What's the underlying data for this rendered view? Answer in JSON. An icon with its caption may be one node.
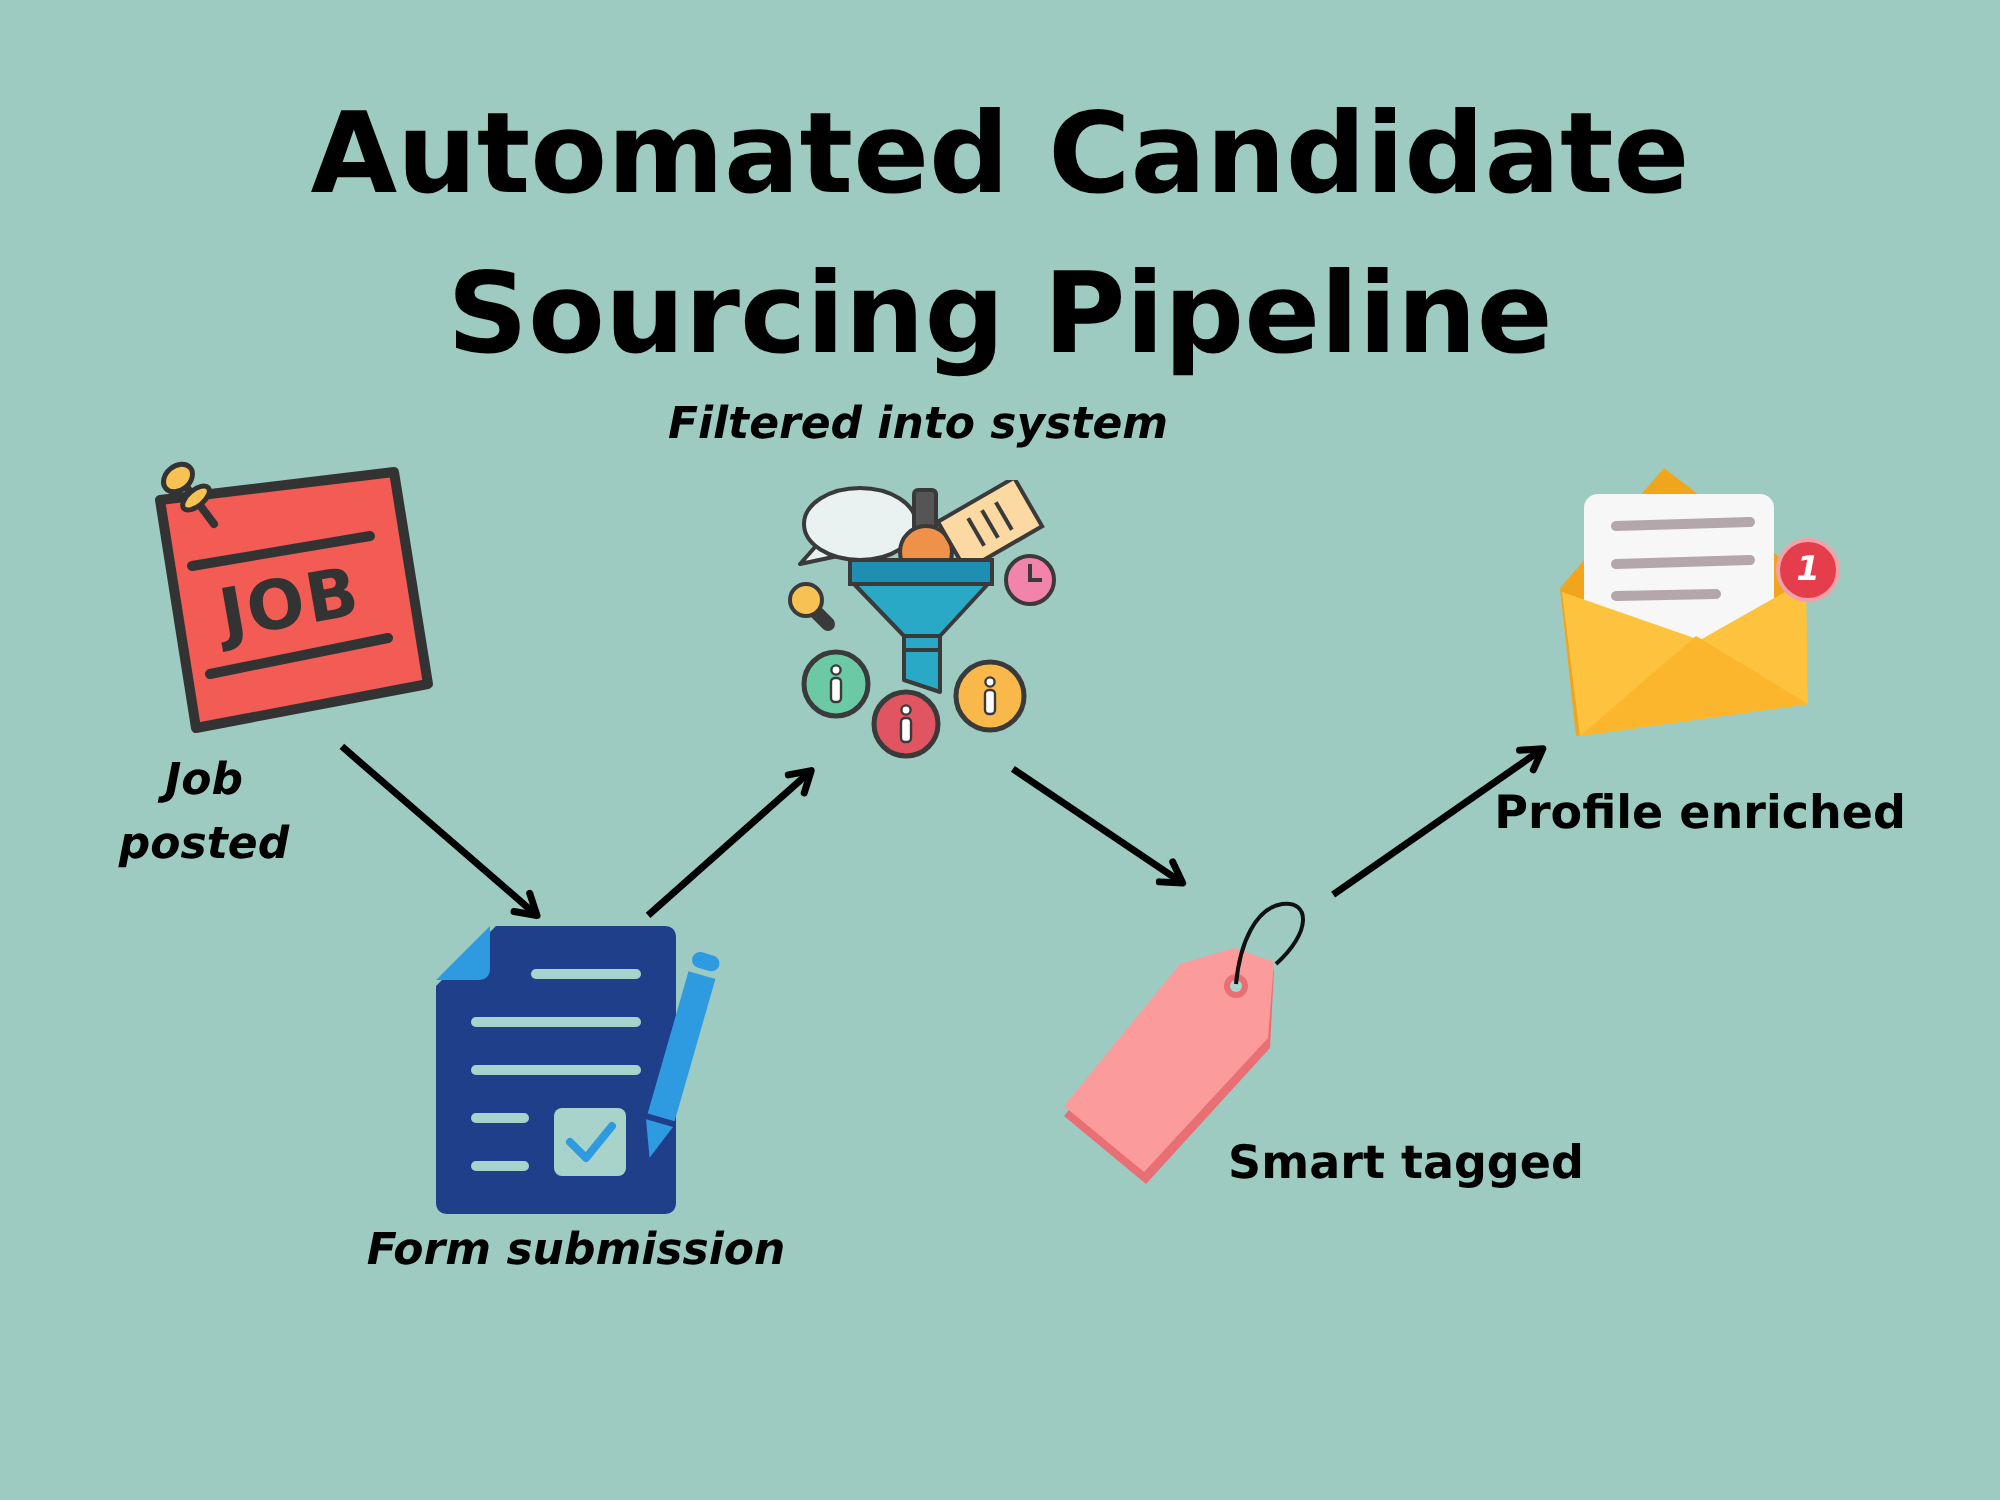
{
  "diagram": {
    "title": "Automated Candidate Sourcing Pipeline",
    "nodes": [
      {
        "text": [],
        "shape": "picture",
        "beside": [
          "Job posted"
        ]
      },
      {
        "text": [],
        "shape": "picture",
        "beside": [
          "Form submission"
        ]
      },
      {
        "text": [],
        "shape": "picture",
        "beside": [
          "Filtered into system"
        ]
      },
      {
        "text": [],
        "shape": "picture",
        "beside": [
          "Smart tagged"
        ]
      },
      {
        "text": [],
        "shape": "picture",
        "beside": [
          "Profile enriched"
        ]
      }
    ],
    "edges": [
      {
        "from": 0,
        "to": 1,
        "arrow": "to"
      },
      {
        "from": 1,
        "to": 2,
        "arrow": "to"
      },
      {
        "from": 2,
        "to": 3,
        "arrow": "to"
      },
      {
        "from": 3,
        "to": 4,
        "arrow": "to"
      }
    ],
    "labels": [
      "JOB",
      "1"
    ]
  }
}
